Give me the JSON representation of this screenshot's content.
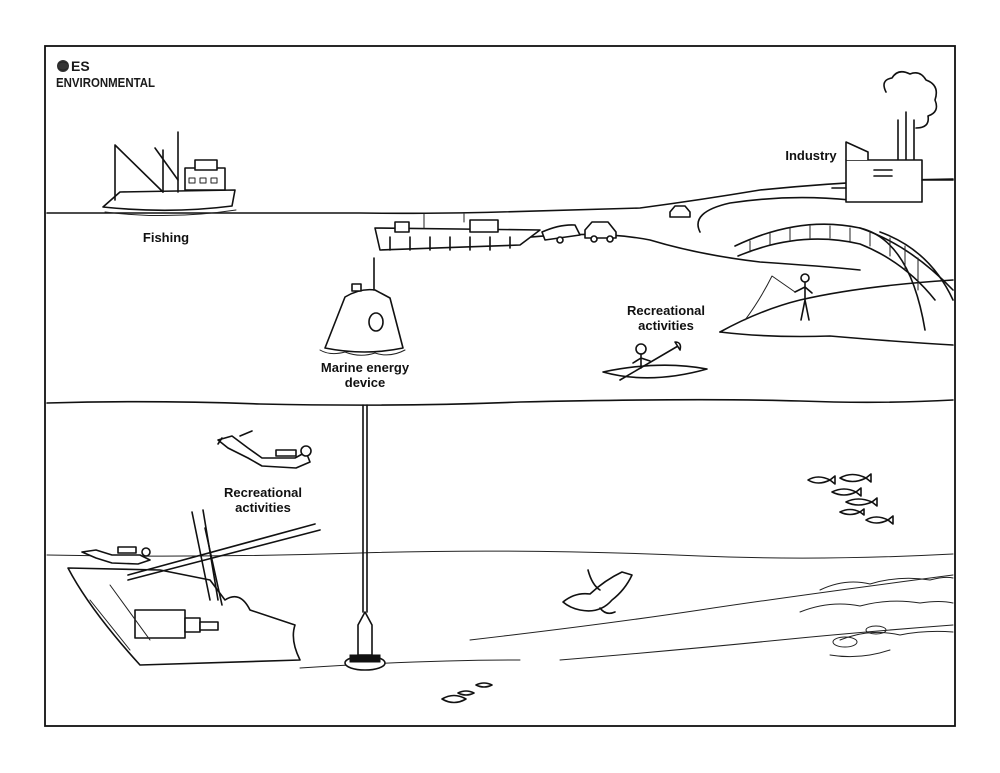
{
  "logo": {
    "line1": "ES",
    "line2": "ENVIRONMENTAL"
  },
  "labels": {
    "fishing": "Fishing",
    "industry": "Industry",
    "marine_energy_line1": "Marine energy",
    "marine_energy_line2": "device",
    "recreational_surface_line1": "Recreational",
    "recreational_surface_line2": "activities",
    "recreational_underwater_line1": "Recreational",
    "recreational_underwater_line2": "activities"
  }
}
